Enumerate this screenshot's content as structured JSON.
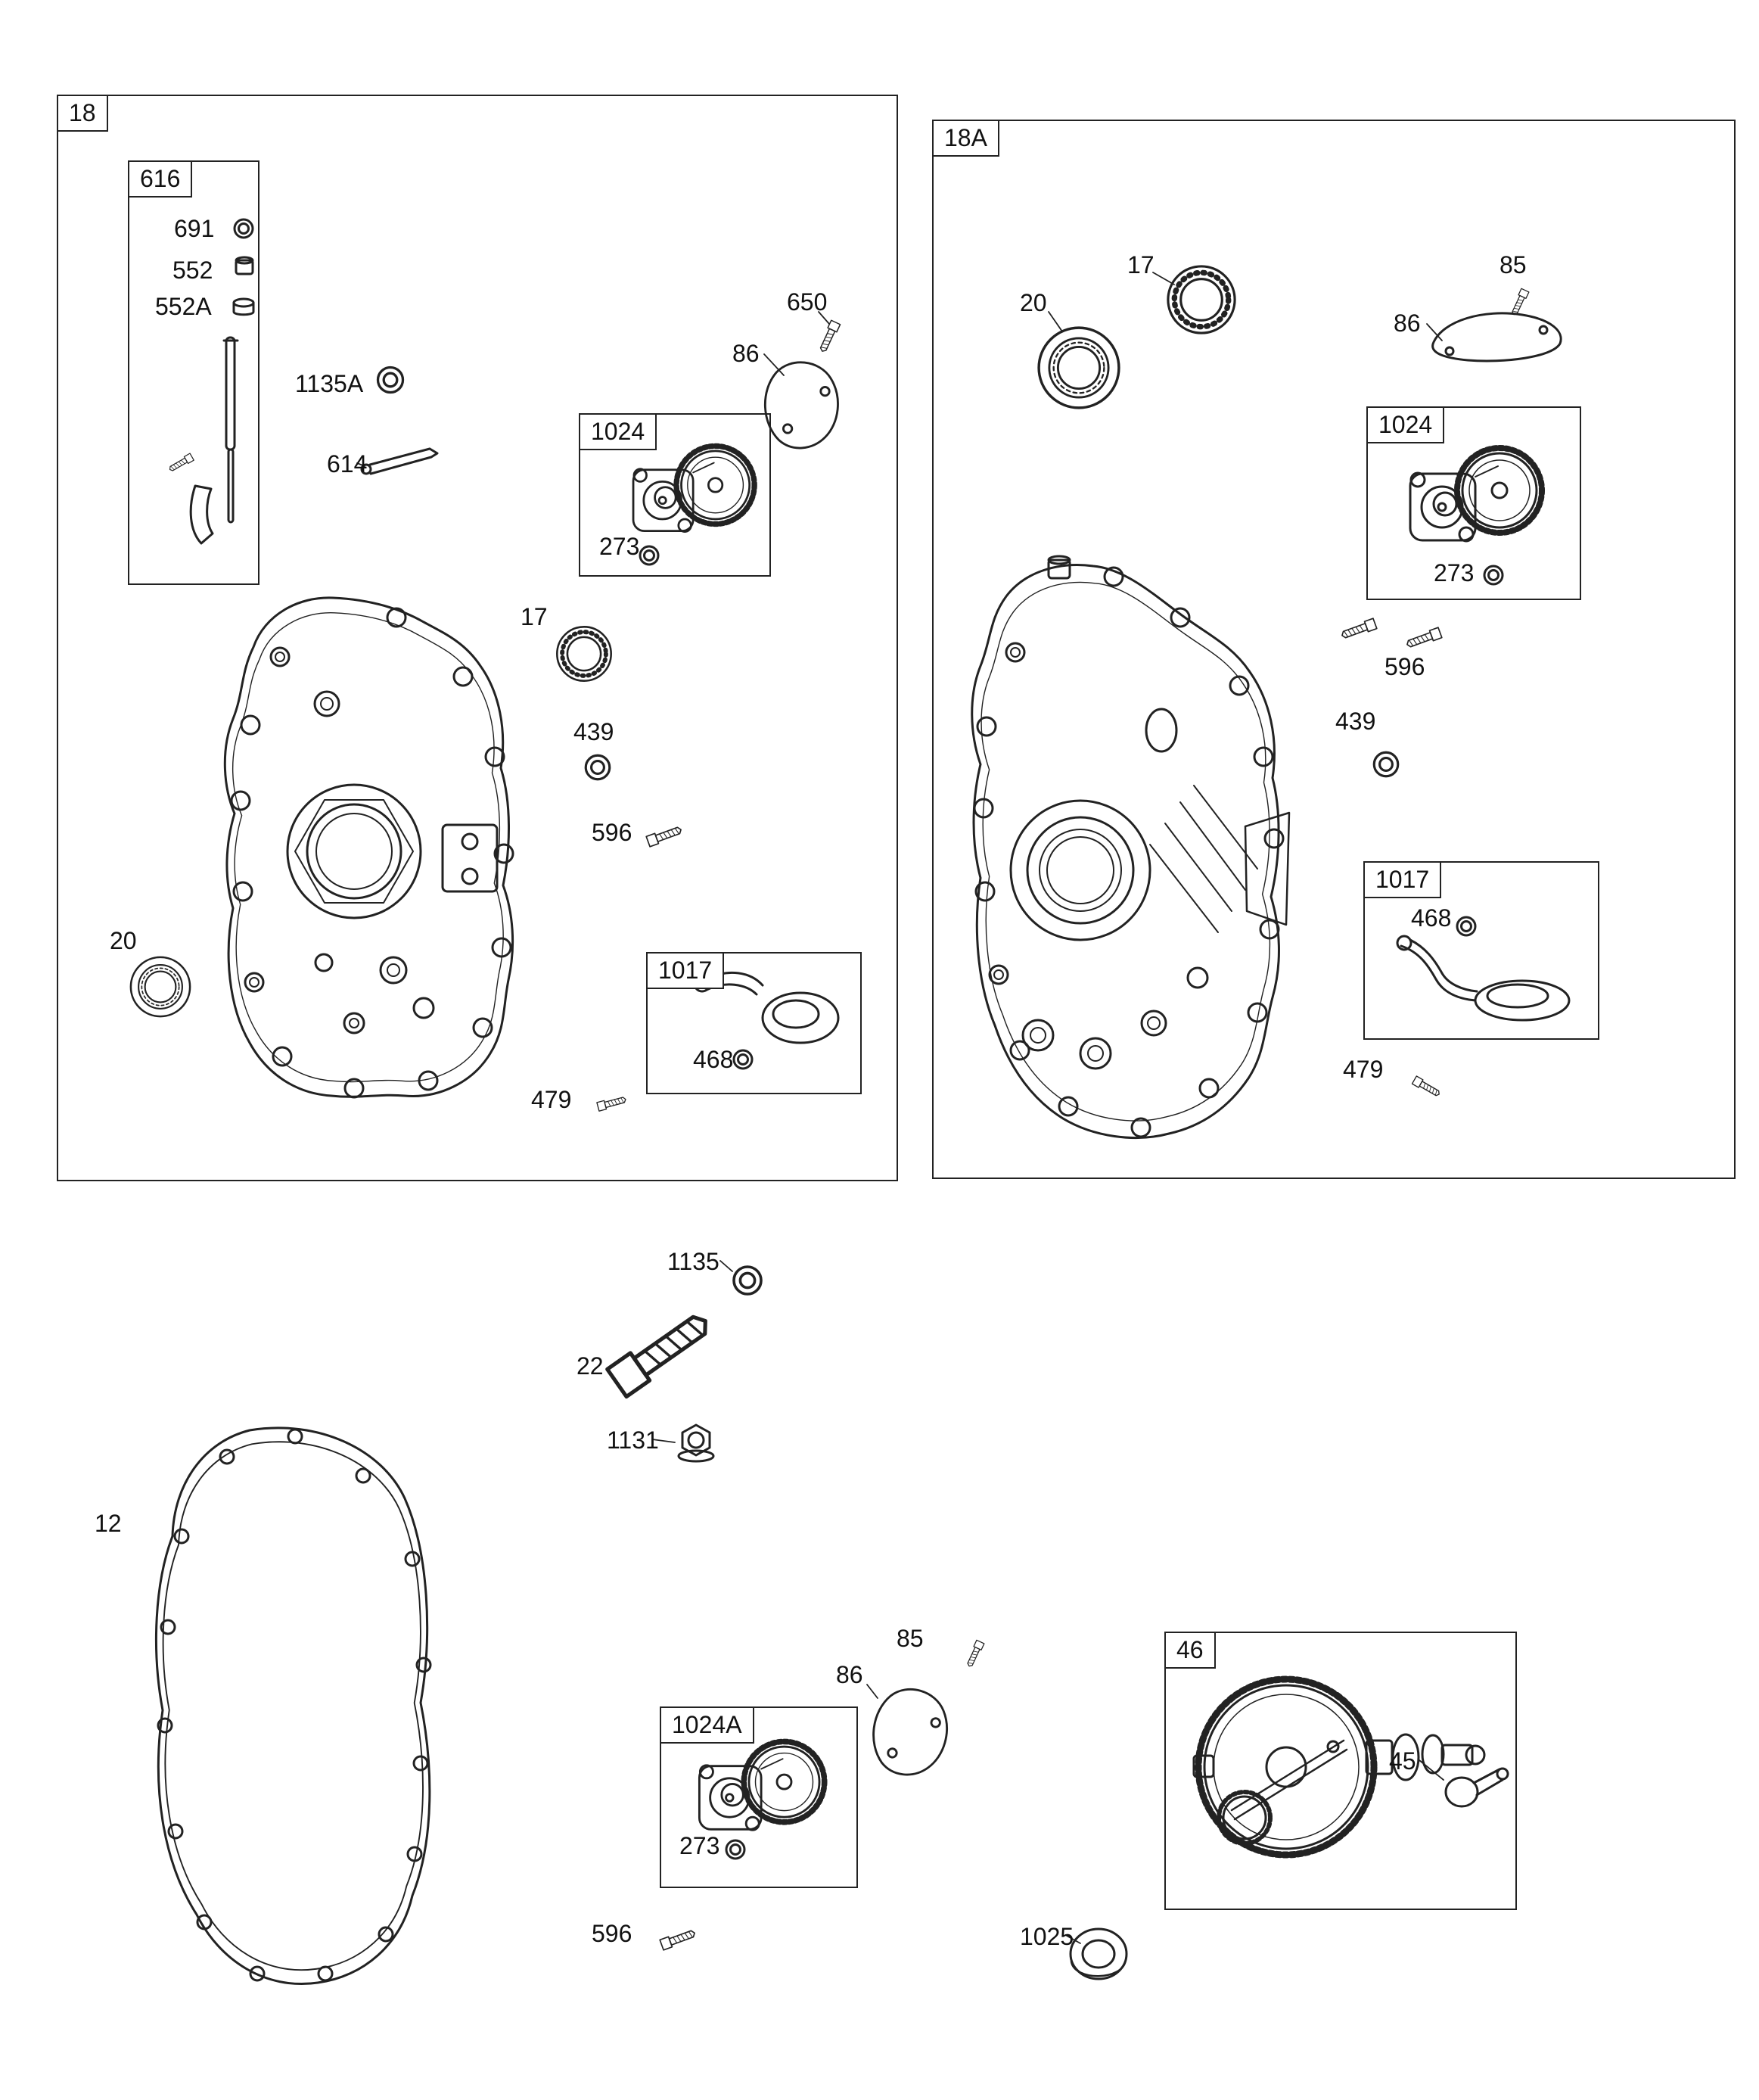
{
  "page": {
    "background": "#ffffff",
    "line_color": "#222222",
    "text_color": "#111111"
  },
  "sections": {
    "s18": {
      "tag": "18"
    },
    "s18a": {
      "tag": "18A"
    },
    "s616": {
      "tag": "616"
    },
    "s1024_18": {
      "tag": "1024"
    },
    "s1017_18": {
      "tag": "1017"
    },
    "s1024_18a": {
      "tag": "1024"
    },
    "s1017_18a": {
      "tag": "1017"
    },
    "s1024a": {
      "tag": "1024A"
    },
    "s46": {
      "tag": "46"
    }
  },
  "callouts": {
    "p691": "691",
    "p552": "552",
    "p552a": "552A",
    "p1135a": "1135A",
    "p614": "614",
    "p650": "650",
    "p86_18": "86",
    "p273_18": "273",
    "p17_18": "17",
    "p439_18": "439",
    "p596_18": "596",
    "p20_18": "20",
    "p468_18": "468",
    "p479_18": "479",
    "p20_18a": "20",
    "p17_18a": "17",
    "p85_18a": "85",
    "p86_18a": "86",
    "p273_18a": "273",
    "p596_18a": "596",
    "p439_18a": "439",
    "p468_18a": "468",
    "p479_18a": "479",
    "p1135": "1135",
    "p22": "22",
    "p1131": "1131",
    "p12": "12",
    "p85_b": "85",
    "p86_b": "86",
    "p273_b": "273",
    "p596_b": "596",
    "p45": "45",
    "p1025": "1025"
  }
}
